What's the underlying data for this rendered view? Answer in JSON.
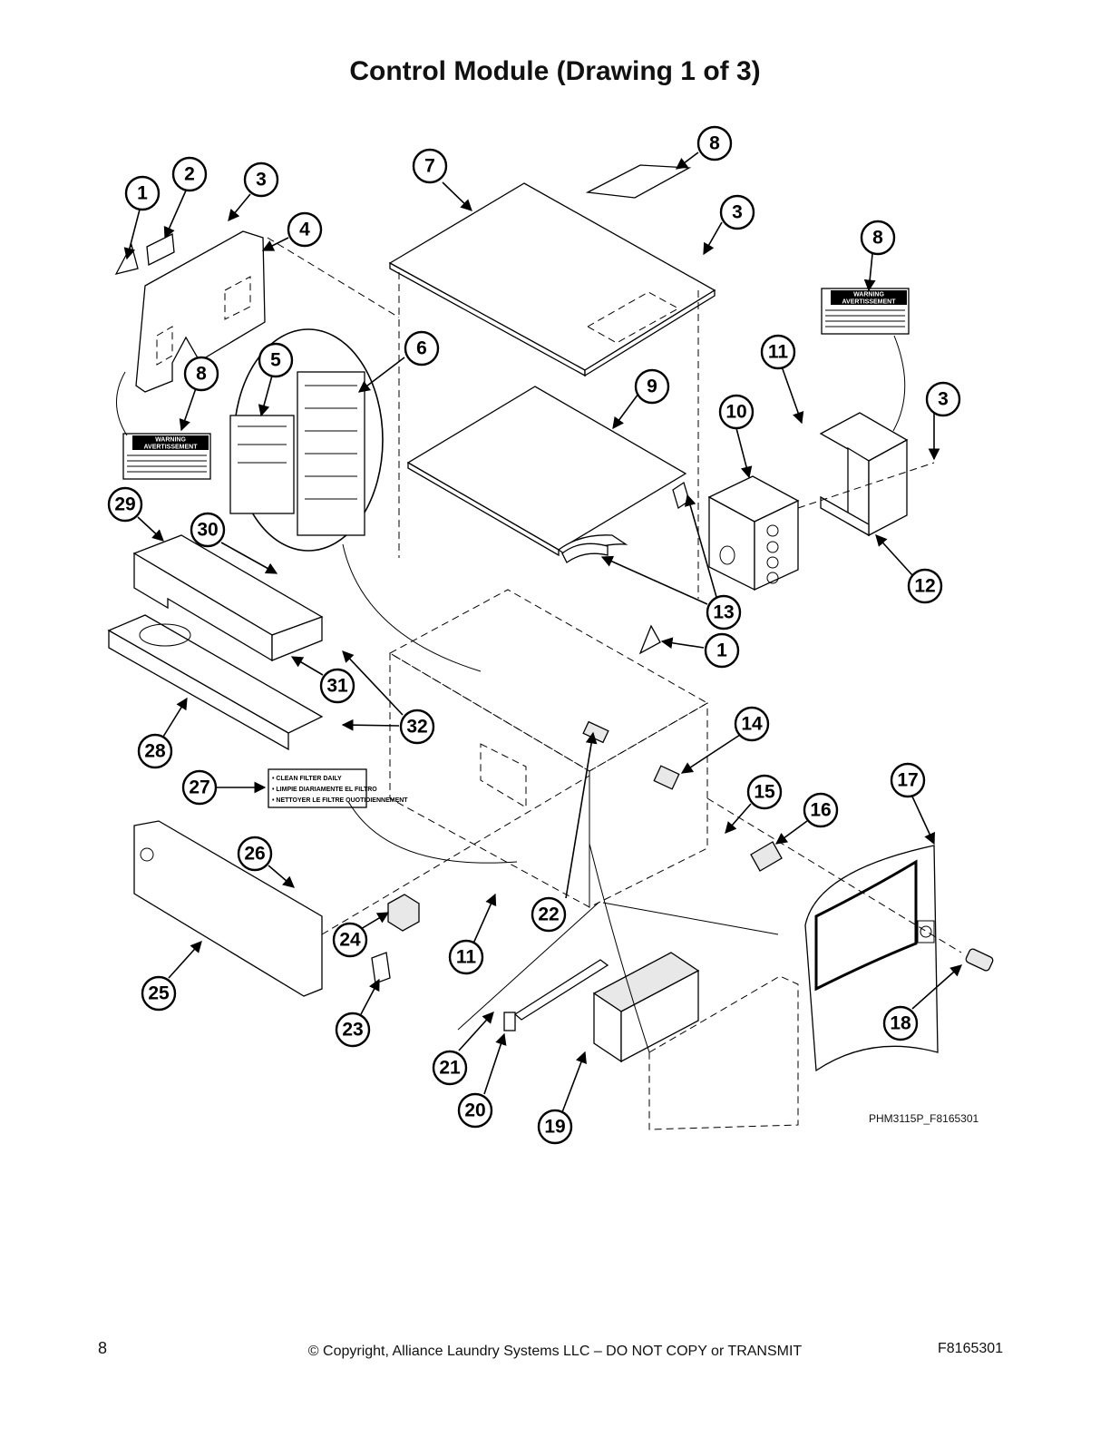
{
  "page": {
    "title": "Control Module (Drawing 1 of 3)",
    "page_number": "8",
    "copyright": "© Copyright, Alliance Laundry Systems LLC – DO NOT COPY or TRANSMIT",
    "document_id": "F8165301",
    "figure_code": "PHM3115P_F8165301"
  },
  "labels": {
    "warning_title": "WARNING",
    "warning_subtitle": "AVERTISSEMENT",
    "filter_label_lines": [
      "• CLEAN FILTER DAILY",
      "• LIMPIE DIARIAMENTE EL FILTRO",
      "• NETTOYER LE FILTRE QUOTIDIENNEMENT"
    ]
  },
  "callouts": [
    "1",
    "2",
    "3",
    "4",
    "7",
    "8",
    "3",
    "8",
    "5",
    "6",
    "8",
    "9",
    "11",
    "10",
    "3",
    "29",
    "30",
    "13",
    "1",
    "12",
    "31",
    "32",
    "28",
    "14",
    "27",
    "17",
    "15",
    "16",
    "26",
    "22",
    "24",
    "11",
    "18",
    "25",
    "23",
    "21",
    "20",
    "19"
  ]
}
